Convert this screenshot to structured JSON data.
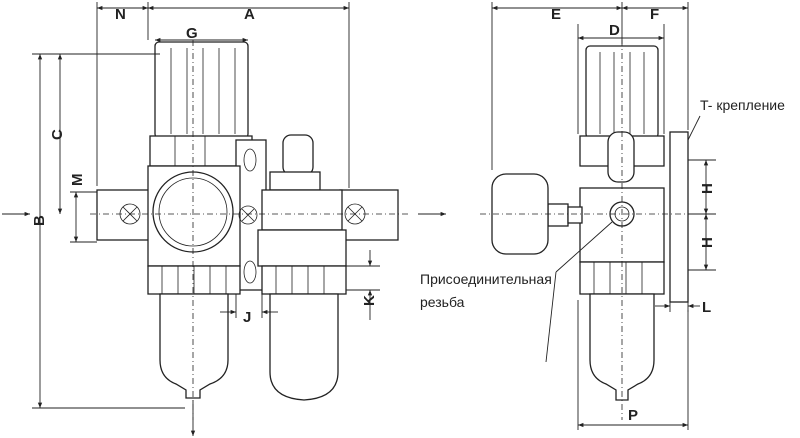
{
  "dimensions": {
    "A": "A",
    "B": "B",
    "C": "C",
    "D": "D",
    "E": "E",
    "F": "F",
    "G": "G",
    "H1": "H",
    "H2": "H",
    "J": "J",
    "K": "K",
    "L": "L",
    "M": "M",
    "N": "N",
    "P": "P"
  },
  "annotations": {
    "t_mount": "T- крепление",
    "port_line1": "Присоединительная",
    "port_line2": "резьба"
  },
  "colors": {
    "line": "#222222",
    "background": "#ffffff"
  }
}
